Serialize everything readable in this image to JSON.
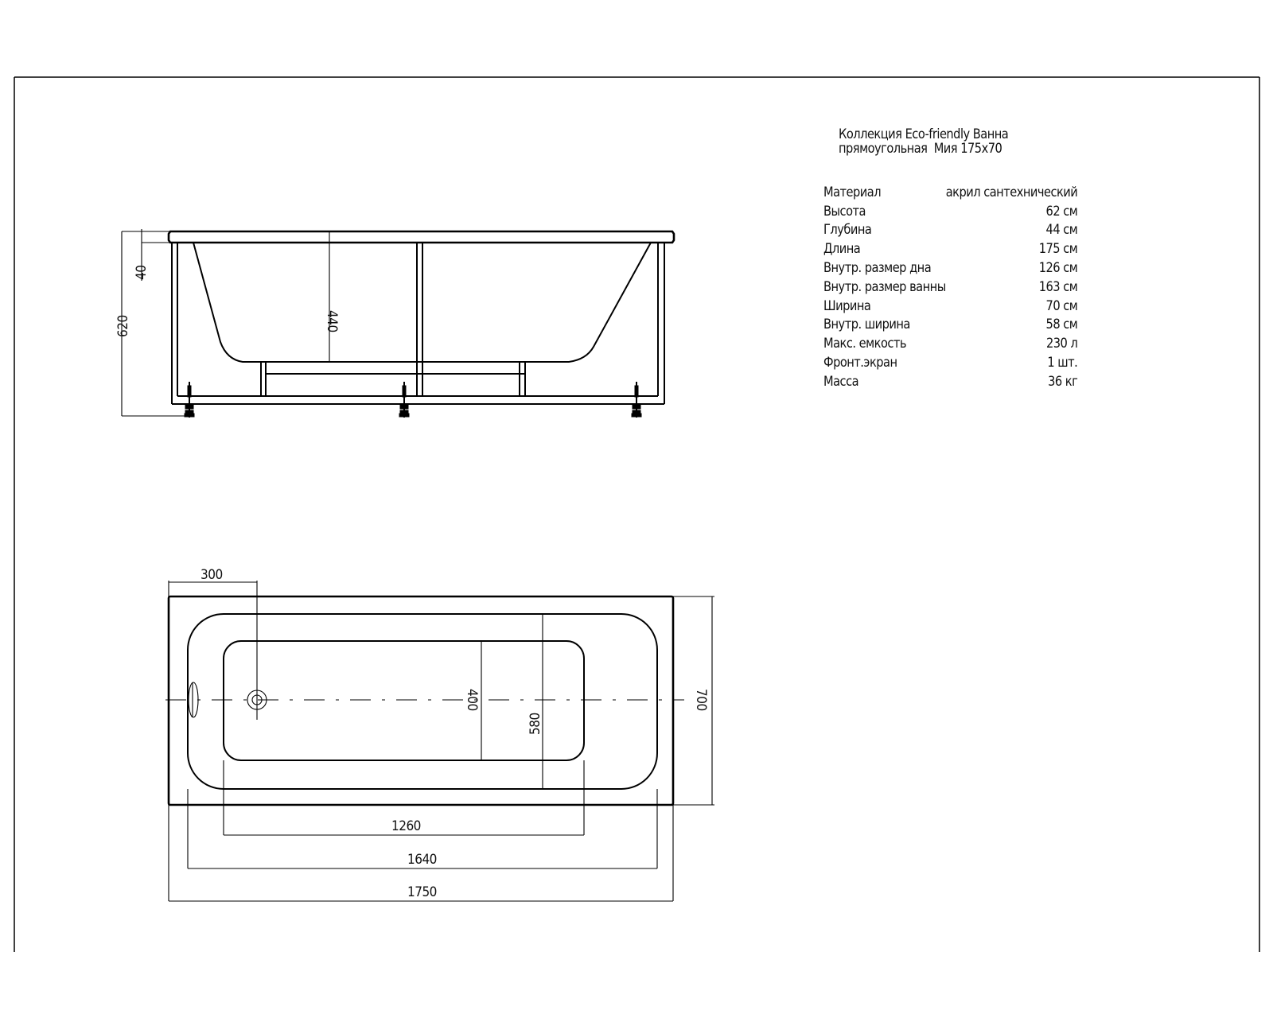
{
  "title": {
    "line1": "Коллекция Eco-friendly Ванна",
    "line2": "прямоугольная  Мия 175x70"
  },
  "specs": [
    {
      "label": "Материал",
      "value": "акрил сантехнический"
    },
    {
      "label": "Высота",
      "value": "62 см"
    },
    {
      "label": "Глубина",
      "value": "44 см"
    },
    {
      "label": "Длина",
      "value": "175 см"
    },
    {
      "label": "Внутр. размер дна",
      "value": "126 см"
    },
    {
      "label": "Внутр. размер ванны",
      "value": "163 см"
    },
    {
      "label": "Ширина",
      "value": "70 см"
    },
    {
      "label": "Внутр. ширина",
      "value": "58 см"
    },
    {
      "label": "Макс. емкость",
      "value": "230 л"
    },
    {
      "label": "Фронт.экран",
      "value": "1 шт."
    },
    {
      "label": "Масса",
      "value": "36 кг"
    }
  ],
  "side_view": {
    "dimensions": {
      "total_height": "620",
      "rim_height": "40",
      "depth": "440"
    }
  },
  "top_view": {
    "dimensions": {
      "drain_offset": "300",
      "bottom_width": "400",
      "inner_width": "580",
      "outer_width": "700",
      "bottom_length": "1260",
      "inner_length": "1640",
      "outer_length": "1750"
    }
  },
  "colors": {
    "line": "#000000",
    "background": "#ffffff"
  }
}
